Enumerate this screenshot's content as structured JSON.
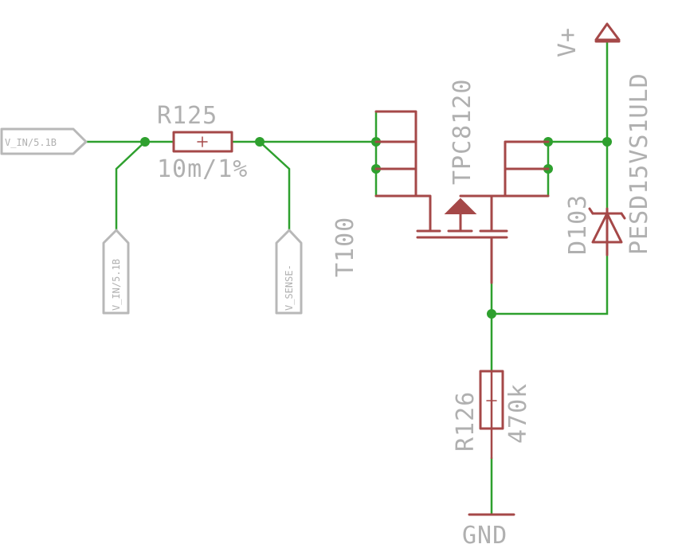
{
  "schematic": {
    "resistor_r125": {
      "name": "R125",
      "value": "10m/1%"
    },
    "resistor_r126": {
      "name": "R126",
      "value": "470k"
    },
    "transistor_t100": {
      "name": "T100",
      "value": "TPC8120"
    },
    "diode_d103": {
      "name": "D103",
      "value": "PESD15VS1ULD"
    },
    "supply_vplus": {
      "label": "V+"
    },
    "ground": {
      "label": "GND"
    },
    "net_labels": {
      "v_in_left": "V_IN/5.1B",
      "v_in_down": "V_IN/5.1B",
      "v_sense": "V_SENSE-"
    },
    "colors": {
      "wire": "#2ea02e",
      "part": "#a54848",
      "label": "#b0b0b0"
    }
  }
}
